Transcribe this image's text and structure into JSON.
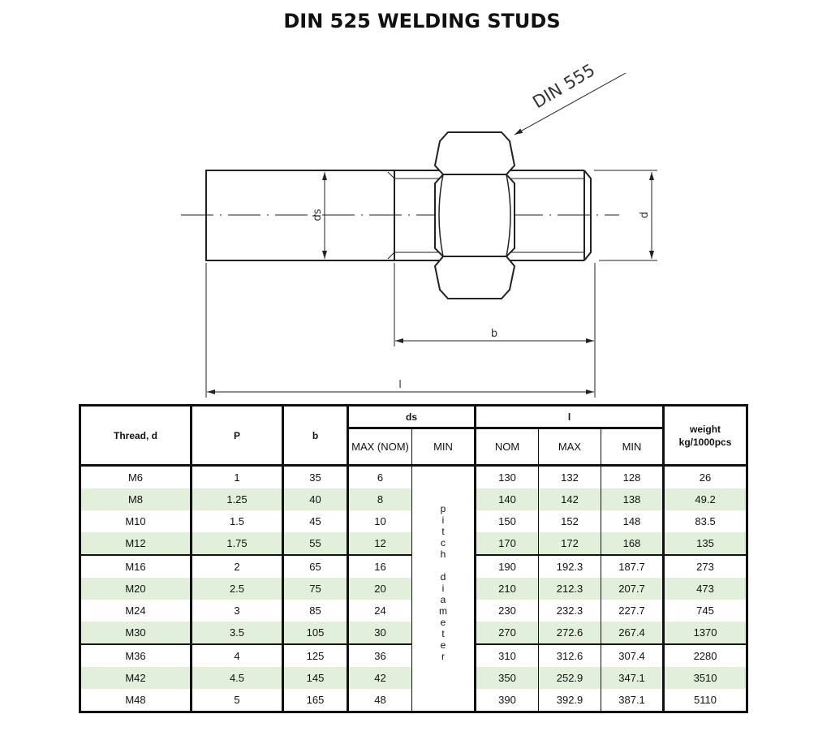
{
  "title": "DIN 525 WELDING STUDS",
  "drawing": {
    "callout": "DIN 555",
    "labels": {
      "ds": "ds",
      "d": "d",
      "b": "b",
      "l": "l"
    }
  },
  "table": {
    "headers": {
      "thread": "Thread, d",
      "p": "P",
      "b": "b",
      "ds": "ds",
      "ds_max": "MAX (NOM)",
      "ds_min": "MIN",
      "l": "l",
      "l_nom": "NOM",
      "l_max": "MAX",
      "l_min": "MIN",
      "weight_line1": "weight",
      "weight_line2": "kg/1000pcs"
    },
    "ds_min_note": [
      "p",
      "i",
      "t",
      "c",
      "h",
      "",
      "d",
      "i",
      "a",
      "m",
      "e",
      "t",
      "e",
      "r"
    ],
    "rows": [
      {
        "thread": "M6",
        "p": "1",
        "b": "35",
        "ds": "6",
        "l_nom": "130",
        "l_max": "132",
        "l_min": "128",
        "weight": "26"
      },
      {
        "thread": "M8",
        "p": "1.25",
        "b": "40",
        "ds": "8",
        "l_nom": "140",
        "l_max": "142",
        "l_min": "138",
        "weight": "49.2"
      },
      {
        "thread": "M10",
        "p": "1.5",
        "b": "45",
        "ds": "10",
        "l_nom": "150",
        "l_max": "152",
        "l_min": "148",
        "weight": "83.5"
      },
      {
        "thread": "M12",
        "p": "1.75",
        "b": "55",
        "ds": "12",
        "l_nom": "170",
        "l_max": "172",
        "l_min": "168",
        "weight": "135"
      },
      {
        "thread": "M16",
        "p": "2",
        "b": "65",
        "ds": "16",
        "l_nom": "190",
        "l_max": "192.3",
        "l_min": "187.7",
        "weight": "273"
      },
      {
        "thread": "M20",
        "p": "2.5",
        "b": "75",
        "ds": "20",
        "l_nom": "210",
        "l_max": "212.3",
        "l_min": "207.7",
        "weight": "473"
      },
      {
        "thread": "M24",
        "p": "3",
        "b": "85",
        "ds": "24",
        "l_nom": "230",
        "l_max": "232.3",
        "l_min": "227.7",
        "weight": "745"
      },
      {
        "thread": "M30",
        "p": "3.5",
        "b": "105",
        "ds": "30",
        "l_nom": "270",
        "l_max": "272.6",
        "l_min": "267.4",
        "weight": "1370"
      },
      {
        "thread": "M36",
        "p": "4",
        "b": "125",
        "ds": "36",
        "l_nom": "310",
        "l_max": "312.6",
        "l_min": "307.4",
        "weight": "2280"
      },
      {
        "thread": "M42",
        "p": "4.5",
        "b": "145",
        "ds": "42",
        "l_nom": "350",
        "l_max": "252.9",
        "l_min": "347.1",
        "weight": "3510"
      },
      {
        "thread": "M48",
        "p": "5",
        "b": "165",
        "ds": "48",
        "l_nom": "390",
        "l_max": "392.9",
        "l_min": "387.1",
        "weight": "5110"
      }
    ]
  }
}
